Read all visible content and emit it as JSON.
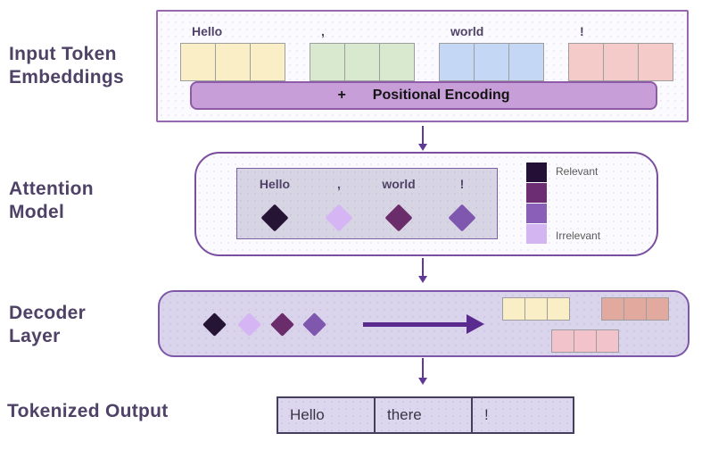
{
  "labels": {
    "input": "Input Token Embeddings",
    "attention": "Attention Model",
    "decoder": "Decoder Layer",
    "output": "Tokenized Output"
  },
  "colors": {
    "label_text": "#4e4266",
    "section_border": "#9768ad",
    "arrow": "#5e3996",
    "decoder_arrow": "#5b2a8e",
    "positional_bar": "#c89ed8"
  },
  "input_section": {
    "tokens": [
      {
        "text": "Hello",
        "cell_color": "#faeec6"
      },
      {
        "text": ",",
        "cell_color": "#d8e9cf"
      },
      {
        "text": "world",
        "cell_color": "#c4d7f4"
      },
      {
        "text": "!",
        "cell_color": "#f5cbca"
      }
    ],
    "positional_encoding": {
      "plus": "+",
      "label": "Positional Encoding"
    }
  },
  "attention_section": {
    "tokens": [
      {
        "text": "Hello",
        "diamond_color": "#251434"
      },
      {
        "text": ",",
        "diamond_color": "#d5b5f3"
      },
      {
        "text": "world",
        "diamond_color": "#6a2c6b"
      },
      {
        "text": "!",
        "diamond_color": "#7f57ae"
      }
    ],
    "legend": {
      "top_label": "Relevant",
      "bottom_label": "Irrelevant",
      "swatches": [
        "#241036",
        "#6c2d72",
        "#8a5fb8",
        "#d3b5f2"
      ]
    }
  },
  "decoder_section": {
    "diamond_colors": [
      "#251434",
      "#d5b5f3",
      "#6a2c6b",
      "#7f57ae"
    ],
    "token_groups": [
      {
        "cell_color": "#faeec6"
      },
      {
        "cell_color": "#e2a99e"
      },
      {
        "cell_color": "#f2c3cb"
      }
    ]
  },
  "output_section": {
    "tokens": [
      "Hello",
      "there",
      "!"
    ]
  }
}
